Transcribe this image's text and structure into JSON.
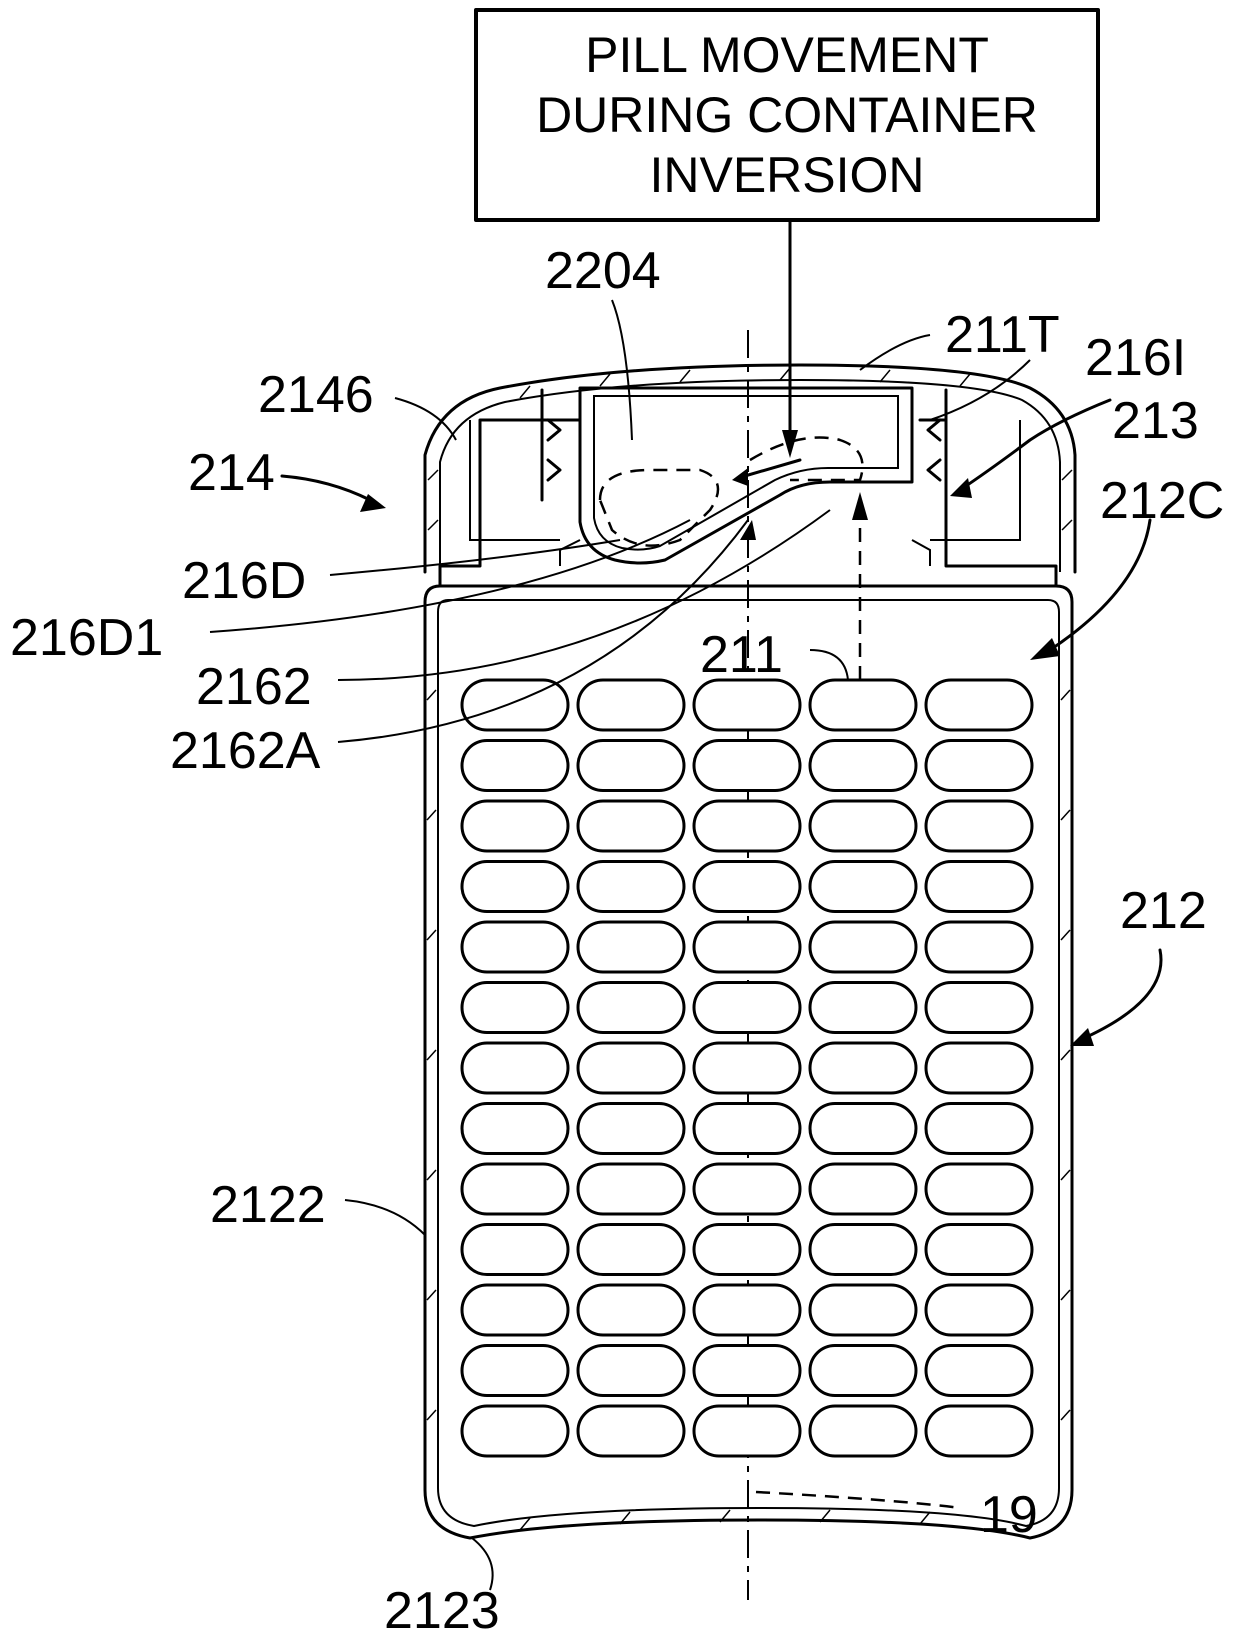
{
  "title_box": {
    "line1": "PILL MOVEMENT",
    "line2": "DURING CONTAINER",
    "line3": "INVERSION"
  },
  "labels": {
    "l2204": "2204",
    "l211T": "211T",
    "l216I": "216I",
    "l2146": "2146",
    "l213": "213",
    "l214": "214",
    "l212C": "212C",
    "l216D": "216D",
    "l216D1": "216D1",
    "l211": "211",
    "l2162": "2162",
    "l2162A": "2162A",
    "l212": "212",
    "l2122": "2122",
    "l19": "19",
    "l2123": "2123"
  },
  "pill_grid": {
    "rows": 13,
    "cols": 5
  }
}
